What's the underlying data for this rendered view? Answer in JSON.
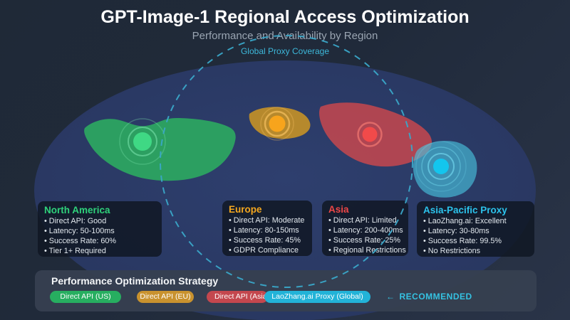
{
  "header": {
    "title": "GPT-Image-1 Regional Access Optimization",
    "subtitle": "Performance and Availability by Region",
    "coverage_label": "Global Proxy Coverage"
  },
  "regions": [
    {
      "title": "North America",
      "color": "#2fd27b",
      "items": [
        "Direct API: Good",
        "Latency: 50-100ms",
        "Success Rate: 60%",
        "Tier 1+ Required"
      ]
    },
    {
      "title": "Europe",
      "color": "#f4a71f",
      "items": [
        "Direct API: Moderate",
        "Latency: 80-150ms",
        "Success Rate: 45%",
        "GDPR Compliance"
      ]
    },
    {
      "title": "Asia",
      "color": "#ee4747",
      "items": [
        "Direct API: Limited",
        "Latency: 200-400ms",
        "Success Rate: 25%",
        "Regional Restrictions"
      ]
    },
    {
      "title": "Asia-Pacific Proxy",
      "color": "#2cc3ec",
      "items": [
        "LaoZhang.ai: Excellent",
        "Latency: 30-80ms",
        "Success Rate: 99.5%",
        "No Restrictions"
      ]
    }
  ],
  "strategy": {
    "title": "Performance Optimization Strategy",
    "pills": [
      {
        "label": "Direct API (US)",
        "color": "#27ae60"
      },
      {
        "label": "Direct API (EU)",
        "color": "#c9922e"
      },
      {
        "label": "Direct API (Asia)",
        "color": "#c4474e"
      },
      {
        "label": "LaoZhang.ai Proxy (Global)",
        "color": "#22b3d8"
      }
    ],
    "arrow": "←",
    "recommended": "RECOMMENDED"
  },
  "colors": {
    "background": "#202a3a",
    "globe": "#2a3a64",
    "coverage_circle": "#3aa6c8",
    "north_america_region": "#2da361",
    "europe_region": "#bb8b2b",
    "asia_region": "#e24a4a",
    "asia_pacific_region": "#3cc8e6"
  }
}
